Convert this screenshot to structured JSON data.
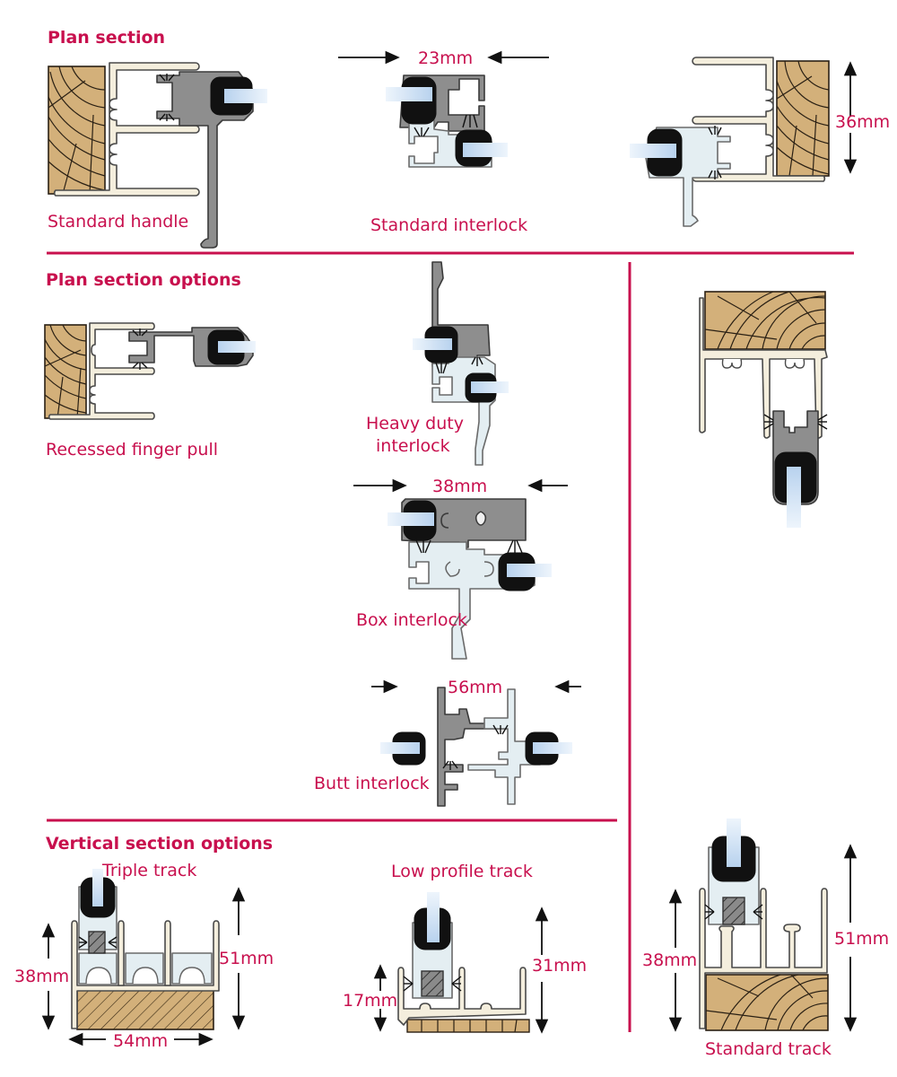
{
  "sections": {
    "plan": {
      "heading": "Plan section",
      "figures": {
        "standard_handle": {
          "label": "Standard handle"
        },
        "standard_interlock": {
          "label": "Standard interlock",
          "dimension": "23mm"
        },
        "frame_jamb": {
          "dimension": "36mm"
        }
      }
    },
    "plan_options": {
      "heading": "Plan section options",
      "figures": {
        "recessed_finger_pull": {
          "label": "Recessed finger pull"
        },
        "heavy_duty_interlock": {
          "label_line1": "Heavy duty",
          "label_line2": "interlock"
        },
        "box_interlock": {
          "label": "Box interlock",
          "dimension": "38mm"
        },
        "butt_interlock": {
          "label": "Butt interlock",
          "dimension": "56mm"
        }
      }
    },
    "vertical_options": {
      "heading": "Vertical section options",
      "figures": {
        "triple_track": {
          "label": "Triple track",
          "dim_left": "38mm",
          "dim_right": "51mm",
          "dim_bottom": "54mm"
        },
        "low_profile_track": {
          "label": "Low profile track",
          "dim_left": "17mm",
          "dim_right": "31mm"
        },
        "standard_track": {
          "label": "Standard track",
          "dim_left": "38mm",
          "dim_right": "51mm"
        }
      }
    }
  },
  "colors": {
    "accent": "#c8104e",
    "wood": "#d3b07a",
    "cream_profile": "#f4eedd",
    "grey_profile": "#8e8e8e",
    "light_profile": "#e4eef2",
    "gasket": "#111111",
    "glass": "#b8d2ee"
  }
}
